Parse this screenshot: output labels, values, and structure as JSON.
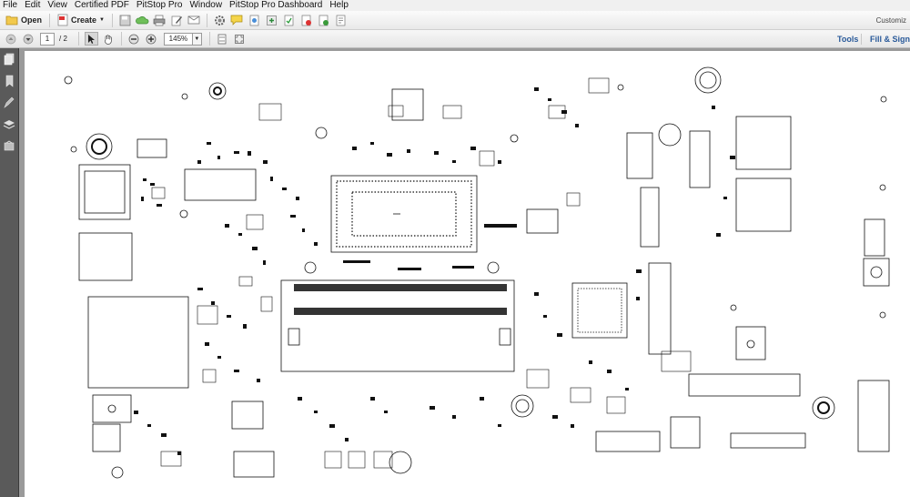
{
  "menubar": {
    "items": [
      "File",
      "Edit",
      "View",
      "Certified PDF",
      "PitStop Pro",
      "Window",
      "PitStop Pro Dashboard",
      "Help"
    ]
  },
  "toolbar": {
    "open_label": "Open",
    "create_label": "Create",
    "customize_label": "Customiz"
  },
  "navigation": {
    "current_page": "1",
    "total_pages": "/ 2",
    "zoom": "145%"
  },
  "right_panel": {
    "tools_label": "Tools",
    "fill_sign_label": "Fill & Sign"
  },
  "colors": {
    "link": "#2a5a9a",
    "viewer_background": "#9a9a9a",
    "side_panel": "#5a5a5a"
  }
}
